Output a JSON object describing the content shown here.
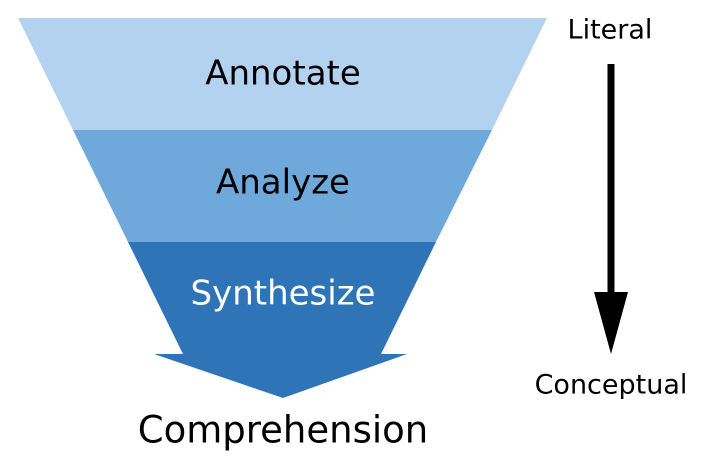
{
  "funnel": {
    "stages": [
      {
        "label": "Annotate",
        "fill": "#b3d2ef",
        "text_color": "#000000"
      },
      {
        "label": "Analyze",
        "fill": "#6fa9dc",
        "text_color": "#000000"
      },
      {
        "label": "Synthesize",
        "fill": "#2f74b6",
        "text_color": "#ffffff"
      }
    ],
    "outcome": "Comprehension"
  },
  "scale": {
    "top_label": "Literal",
    "bottom_label": "Conceptual",
    "arrow_color": "#000000"
  }
}
